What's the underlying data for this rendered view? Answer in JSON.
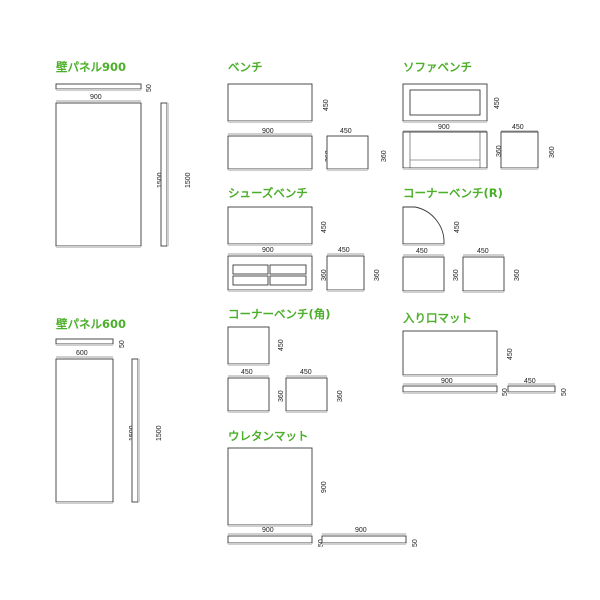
{
  "colors": {
    "title": "#4caf2a",
    "outline": "#3a3a3a",
    "shadow": "#cfcfcf",
    "background": "#ffffff"
  },
  "sections": {
    "wall900": {
      "title": "壁パネル900",
      "w": "900",
      "t": "50",
      "h": "1500",
      "h2": "1500"
    },
    "wall600": {
      "title": "壁パネル600",
      "w": "600",
      "t": "50",
      "h": "1500",
      "h2": "1500"
    },
    "bench": {
      "title": "ベンチ",
      "d": "450",
      "w": "900",
      "w2": "450",
      "h": "360",
      "h2": "360"
    },
    "sofa": {
      "title": "ソファベンチ",
      "d": "450",
      "w": "900",
      "w2": "450",
      "h": "360",
      "h2": "360"
    },
    "shoes": {
      "title": "シューズベンチ",
      "d": "450",
      "w": "900",
      "w2": "450",
      "h": "360",
      "h2": "360"
    },
    "cornerR": {
      "title": "コーナーベンチ(R)",
      "d": "450",
      "w": "450",
      "w2": "450",
      "h": "360",
      "h2": "360"
    },
    "cornerK": {
      "title": "コーナーベンチ(角)",
      "d": "450",
      "w": "450",
      "w2": "450",
      "h": "360",
      "h2": "360"
    },
    "entrance": {
      "title": "入り口マット",
      "d": "450",
      "w": "900",
      "w2": "450",
      "t": "50",
      "t2": "50"
    },
    "urethane": {
      "title": "ウレタンマット",
      "d": "900",
      "w": "900",
      "w2": "900",
      "t": "50",
      "t2": "50"
    }
  }
}
